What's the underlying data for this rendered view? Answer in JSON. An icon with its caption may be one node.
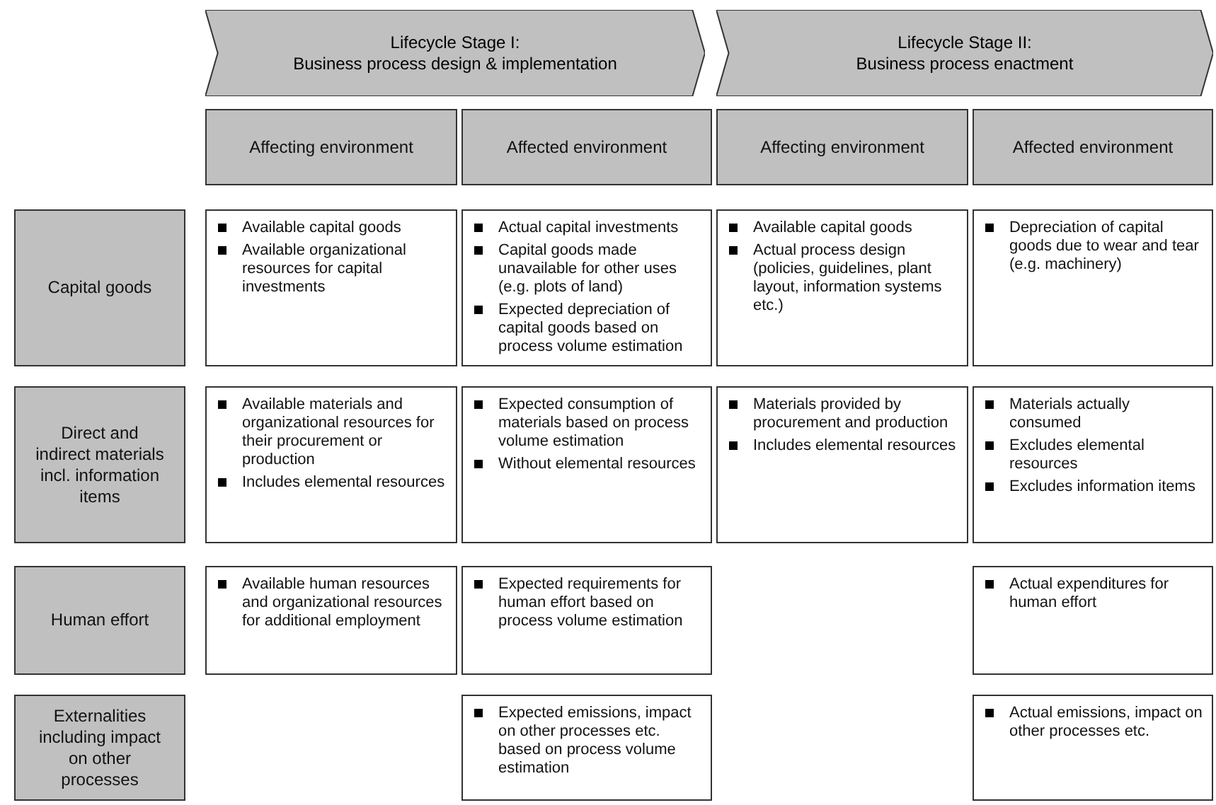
{
  "diagram": {
    "nodes": [
      {
        "text": [
          "Lifecycle Stage I:",
          "Business process design & implementation"
        ]
      },
      {
        "text": [
          "Lifecycle Stage II:",
          "Business process enactment"
        ]
      },
      {
        "text": [
          "Affecting environment"
        ]
      },
      {
        "text": [
          "Affected environment"
        ]
      },
      {
        "text": [
          "Affecting environment"
        ]
      },
      {
        "text": [
          "Affected environment"
        ]
      },
      {
        "text": [
          "Capital goods"
        ]
      },
      {
        "text": [
          "Available capital goods",
          "Available organizational resources for capital investments"
        ]
      },
      {
        "text": [
          "Actual capital investments",
          "Capital goods made unavailable for other uses (e.g. plots of land)",
          "Expected depreciation of capital goods based on process volume estimation"
        ]
      },
      {
        "text": [
          "Available capital goods",
          "Actual process design (policies, guidelines, plant layout, information systems etc.)"
        ]
      },
      {
        "text": [
          "Depreciation of capital goods due to wear and tear (e.g. machinery)"
        ]
      },
      {
        "text": [
          "Direct and indirect materials incl. information items"
        ]
      },
      {
        "text": [
          "Available materials and organizational resources for their procurement or production",
          "Includes elemental resources"
        ]
      },
      {
        "text": [
          "Expected consumption of materials based on process volume estimation",
          "Without elemental resources"
        ]
      },
      {
        "text": [
          "Materials provided by procurement and production",
          "Includes elemental resources"
        ]
      },
      {
        "text": [
          "Materials actually consumed",
          "Excludes elemental resources",
          "Excludes information items"
        ]
      },
      {
        "text": [
          "Human effort"
        ]
      },
      {
        "text": [
          "Available human resources and organizational resources for additional employment"
        ]
      },
      {
        "text": [
          "Expected requirements for human effort based on process volume estimation"
        ]
      },
      {
        "text": [
          "Actual expenditures for human effort"
        ]
      },
      {
        "text": [
          "Externalities including impact on other processes"
        ]
      },
      {
        "text": [
          "Expected emissions, impact on other processes etc. based on process volume estimation"
        ]
      },
      {
        "text": [
          "Actual emissions, impact on other processes etc."
        ]
      }
    ]
  }
}
